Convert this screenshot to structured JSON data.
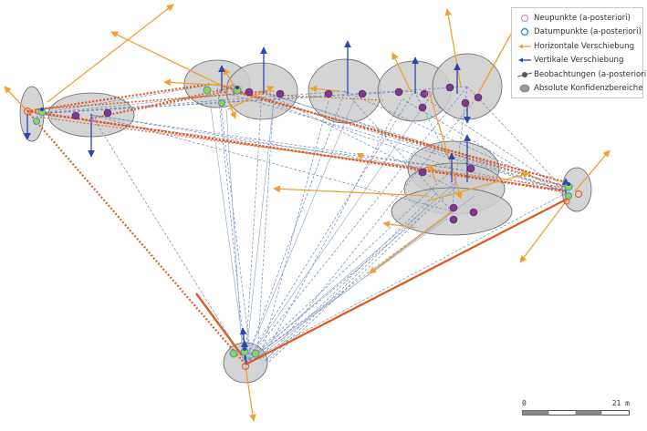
{
  "legend": {
    "items": [
      {
        "label": "Neupunkte (a-posteriori)",
        "icon": "open-circle-icon",
        "color": "#c07fd0"
      },
      {
        "label": "Datumpunkte (a-posteriori)",
        "icon": "open-circle-icon",
        "color": "#2e9bd6"
      },
      {
        "label": "Horizontale Verschiebung",
        "icon": "arrow-icon",
        "color": "#f0a030"
      },
      {
        "label": "Vertikale Verschiebung",
        "icon": "arrow-icon",
        "color": "#2a46b0"
      },
      {
        "label": "Beobachtungen (a-posteriori)",
        "icon": "line-dot-icon",
        "color": "#555555"
      },
      {
        "label": "Absolute Konfidenzbereiche",
        "icon": "ellipse-icon",
        "color": "#9a9a9a"
      }
    ]
  },
  "scalebar": {
    "start": "0",
    "end": "21 m"
  },
  "colors": {
    "horizontal": "#f0a030",
    "vertical": "#2a46b0",
    "observation": "#7d93b8",
    "main_observation": "#e2571e",
    "ellipse": "#cccccc",
    "point": "#7e3b8e"
  }
}
